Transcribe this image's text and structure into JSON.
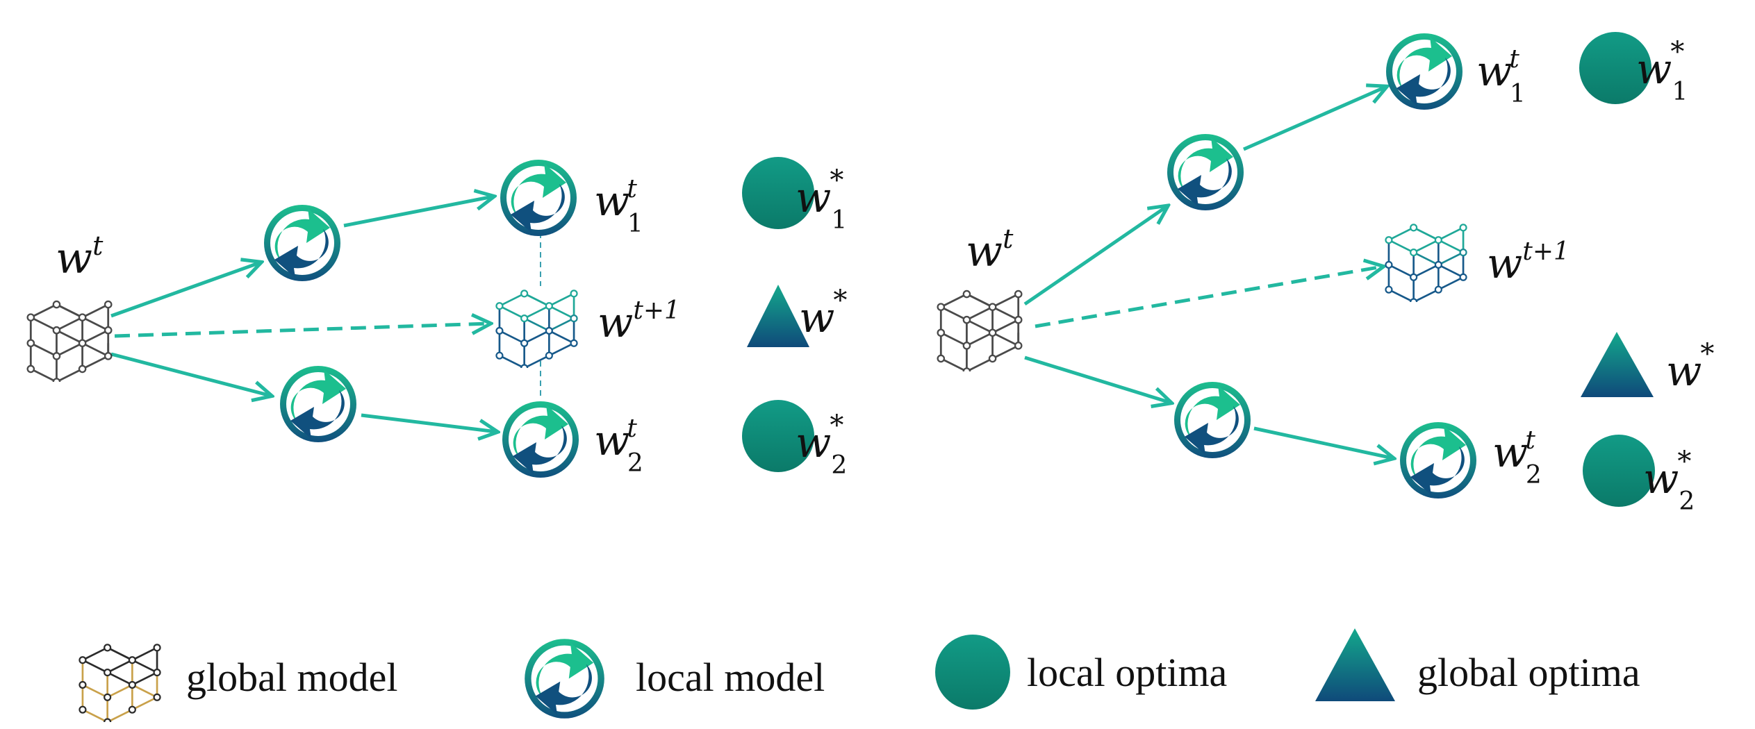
{
  "labels": {
    "w": "w",
    "t": "t",
    "t_plus_1": "t+1",
    "star": "*",
    "sub1": "1",
    "sub2": "2"
  },
  "legend": {
    "global_model": "global model",
    "local_model": "local model",
    "local_optima": "local optima",
    "global_optima": "global optima"
  },
  "colors": {
    "arrow": "#22b8a0",
    "optima_dark": "#0d8070",
    "optima_light": "#17a08b",
    "triangle_top": "#14a88c",
    "triangle_bottom": "#0f4a7a",
    "cube_gray": "#2b2b2b",
    "cube_teal": "#1fa898",
    "cube_blue": "#17598a"
  },
  "icons": {
    "global_model": "cube-network-icon",
    "local_model": "refresh-arrow-icon",
    "local_optima": "circle-icon",
    "global_optima": "triangle-icon"
  }
}
